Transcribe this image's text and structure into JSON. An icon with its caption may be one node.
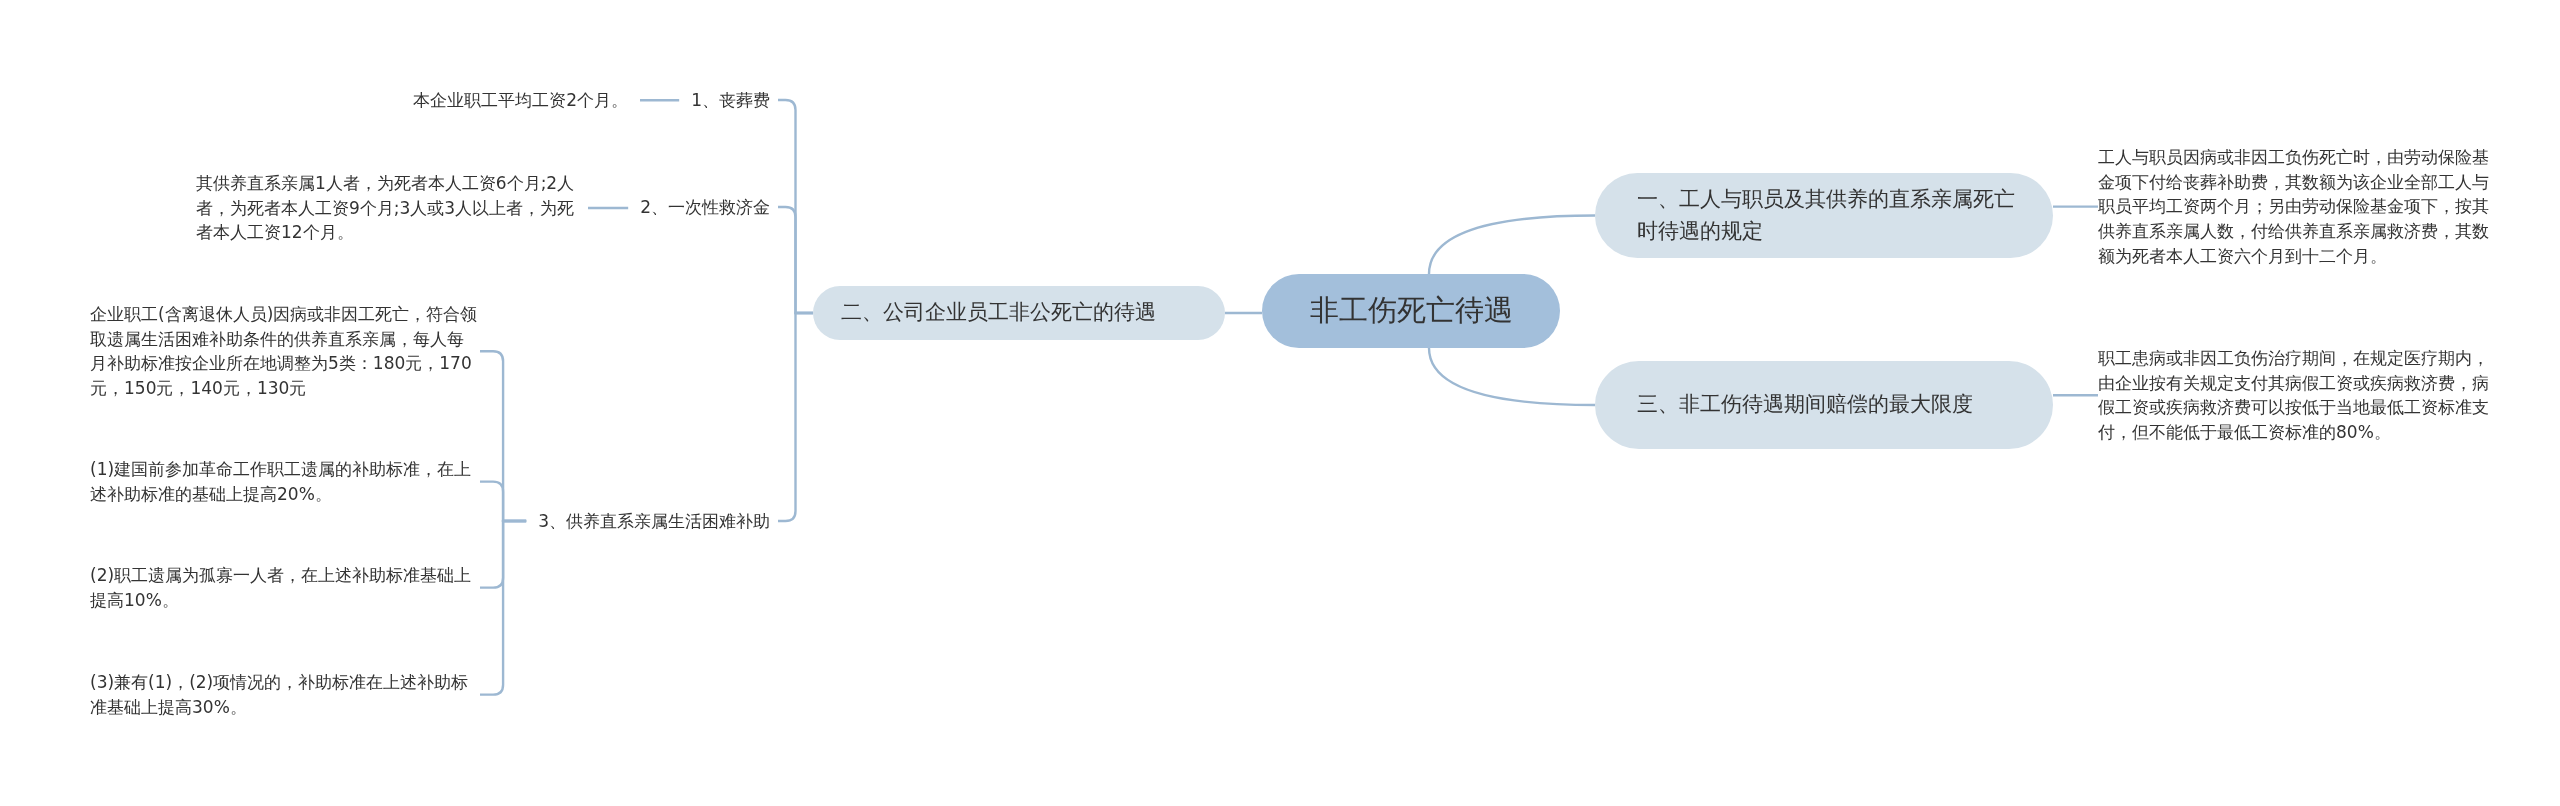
{
  "diagram": {
    "nodes": [
      {
        "text": [
          "非工伤死亡待遇"
        ]
      },
      {
        "text": [
          "二、公司企业员工非公死亡的待遇"
        ]
      },
      {
        "text": [
          "1、丧葬费"
        ]
      },
      {
        "text": [
          "本企业职工平均工资2个月。"
        ]
      },
      {
        "text": [
          "2、一次性救济金"
        ]
      },
      {
        "text": [
          "其供养直系亲属1人者，为死者本人工资6个月;2人者，为死者本人工资9个月;3人或3人以上者，为死者本人工资12个月。"
        ]
      },
      {
        "text": [
          "3、供养直系亲属生活困难补助"
        ]
      },
      {
        "text": [
          "企业职工(含离退休人员)因病或非因工死亡，符合领取遗属生活困难补助条件的供养直系亲属，每人每月补助标准按企业所在地调整为5类：180元，170元，150元，140元，130元"
        ]
      },
      {
        "text": [
          "(1)建国前参加革命工作职工遗属的补助标准，在上述补助标准的基础上提高20%。"
        ]
      },
      {
        "text": [
          "(2)职工遗属为孤寡一人者，在上述补助标准基础上提高10%。"
        ]
      },
      {
        "text": [
          "(3)兼有(1)，(2)项情况的，补助标准在上述补助标准基础上提高30%。"
        ]
      },
      {
        "text": [
          "一、工人与职员及其供养的直系亲属死亡时待遇的规定"
        ]
      },
      {
        "text": [
          "工人与职员因病或非因工负伤死亡时，由劳动保险基金项下付给丧葬补助费，其数额为该企业全部工人与职员平均工资两个月；另由劳动保险基金项下，按其供养直系亲属人数，付给供养直系亲属救济费，其数额为死者本人工资六个月到十二个月。"
        ]
      },
      {
        "text": [
          "三、非工伤待遇期间赔偿的最大限度"
        ]
      },
      {
        "text": [
          "职工患病或非因工负伤治疗期间，在规定医疗期内，由企业按有关规定支付其病假工资或疾病救济费，病假工资或疾病救济费可以按低于当地最低工资标准支付，但不能低于最低工资标准的80%。"
        ]
      }
    ],
    "edges": [
      {
        "from": 0,
        "to": 1,
        "arrow": "none"
      },
      {
        "from": 1,
        "to": 2,
        "arrow": "none"
      },
      {
        "from": 2,
        "to": 3,
        "arrow": "none"
      },
      {
        "from": 1,
        "to": 4,
        "arrow": "none"
      },
      {
        "from": 4,
        "to": 5,
        "arrow": "none"
      },
      {
        "from": 1,
        "to": 6,
        "arrow": "none"
      },
      {
        "from": 6,
        "to": 7,
        "arrow": "none"
      },
      {
        "from": 6,
        "to": 8,
        "arrow": "none"
      },
      {
        "from": 6,
        "to": 9,
        "arrow": "none"
      },
      {
        "from": 6,
        "to": 10,
        "arrow": "none"
      },
      {
        "from": 0,
        "to": 11,
        "arrow": "none"
      },
      {
        "from": 11,
        "to": 12,
        "arrow": "none"
      },
      {
        "from": 0,
        "to": 13,
        "arrow": "none"
      },
      {
        "from": 13,
        "to": 14,
        "arrow": "none"
      }
    ]
  }
}
